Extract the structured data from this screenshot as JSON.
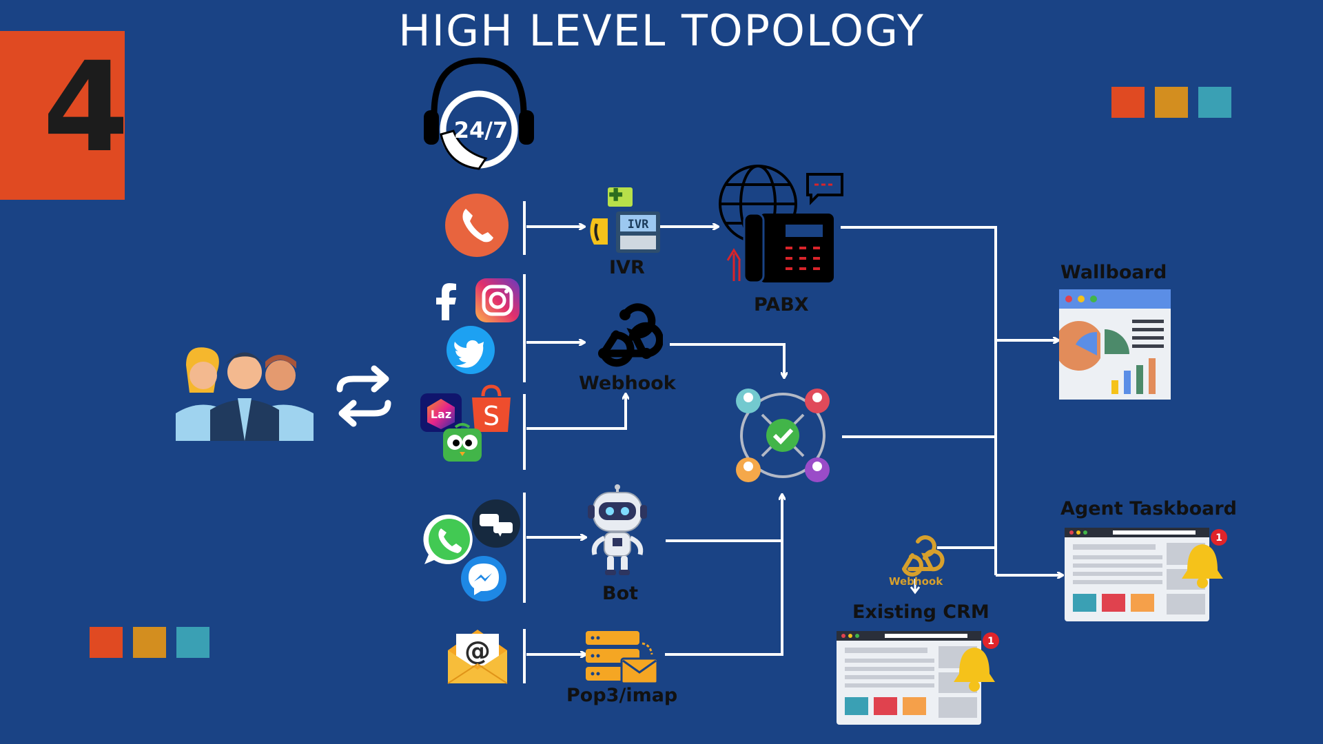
{
  "title": "HIGH LEVEL TOPOLOGY",
  "step_number": "4",
  "icons": {
    "support_badge": "24/7",
    "lazada": "Laz",
    "shopee": "S",
    "ivr": "IVR",
    "badge_count": "1"
  },
  "nodes": {
    "ivr": "IVR",
    "pabx": "PABX",
    "webhook": "Webhook",
    "bot": "Bot",
    "pop3": "Pop3/imap",
    "wallboard": "Wallboard",
    "agent_taskboard": "Agent Taskboard",
    "existing_crm": "Existing CRM",
    "crm_webhook": "Webhook"
  },
  "colors": {
    "background": "#1a4385",
    "accent_orange": "#e04a22",
    "accent_amber": "#d38e1f",
    "accent_teal": "#3aa0b4",
    "line": "#ffffff",
    "label": "#111111"
  }
}
